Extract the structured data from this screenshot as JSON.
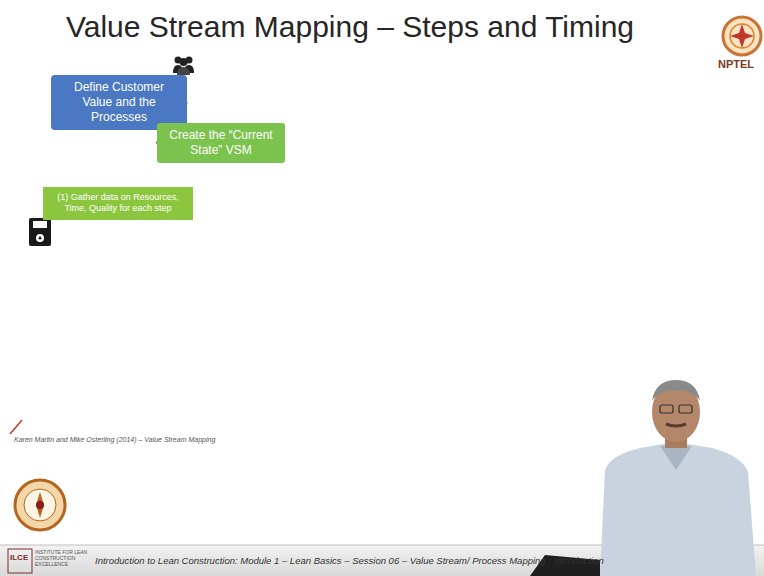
{
  "diagram": {
    "title": "Value Stream Mapping – Steps and Timing",
    "nodes": [
      {
        "text": [
          "Define Customer Value and the Processes"
        ]
      },
      {
        "text": [
          "Create the “Current State” VSM"
        ]
      },
      {
        "text": [
          "(1) Gather data on Resources, Time, Quality for each step"
        ]
      }
    ],
    "edges": [
      {
        "from": 0,
        "to": 1,
        "arrow": "to"
      }
    ],
    "labels": [
      "NPTEL",
      "Karen Martin and Mike Osterling (2014) – Value Stream Mapping",
      "ILCE",
      "INSTITUTE FOR LEAN CONSTRUCTION EXCELLENCE",
      "Introduction to Lean Construction: Module 1 – Lean Basics – Session 06 – Value Stream/ Process Mapping - Introduction"
    ]
  }
}
